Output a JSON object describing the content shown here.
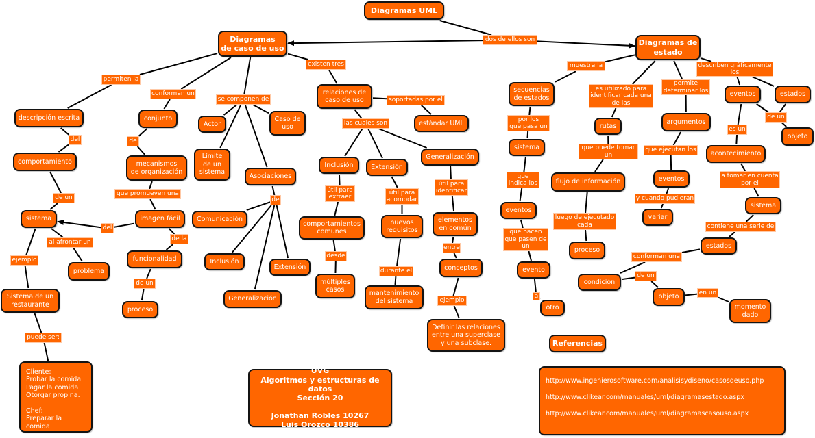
{
  "colors": {
    "node_fill": "#ff6600",
    "node_border": "#141414",
    "text": "#ffffff",
    "link": "#000000"
  },
  "nodes": {
    "title": "Diagramas UML",
    "uso": "Diagramas\nde caso de uso",
    "estado": "Diagramas de\nestado",
    "desc": "descripción escrita",
    "comp": "comportamiento",
    "sistema1": "sistema",
    "sisrest": "Sistema de un\nrestaurante",
    "cliente": "Cliente:\n Probar la comida\n Pagar la comida\n Otorgar propina.\n\nChef:\n Preparar la comida",
    "problema": "problema",
    "conjunto": "conjunto",
    "mecanismos": "mecanismos\nde organización",
    "imagen": "imagen fácil",
    "funcionalidad": "funcionalidad",
    "proceso1": "proceso",
    "actor": "Actor",
    "caso": "Caso de\nuso",
    "limite": "Límite\nde un\nsistema",
    "asoc": "Asociaciones",
    "comunicacion": "Comunicación",
    "inclusion1": "Inclusión",
    "generalizacion1": "Generalización",
    "extension1": "Extensión",
    "relaciones": "relaciones de\ncaso de uso",
    "estandar": "estándar UML",
    "inclusion2": "Inclusión",
    "extension2": "Extensión",
    "generalizacion2": "Generalización",
    "compcomunes": "comportamientos\ncomunes",
    "multiples": "múltiples\ncasos",
    "nuevos": "nuevos\nrequisitos",
    "mantenimiento": "mantenimiento\ndel sistema",
    "elementos": "elementos\nen común",
    "conceptos": "conceptos",
    "definir": "Definir las relaciones\nentre una superclase\ny una subclase.",
    "secuencias": "secuencias\nde estados",
    "sistema2": "sistema",
    "eventos1": "eventos",
    "evento": "evento",
    "otro": "otro",
    "rutas": "rutas",
    "flujo": "flujo de información",
    "proceso2": "proceso",
    "argumentos": "argumentos",
    "eventos2": "eventos",
    "variar": "variar",
    "eventos3": "eventos",
    "estados1": "estados",
    "objeto1": "objeto",
    "acontecimiento": "acontecimiento",
    "sistema3": "sistema",
    "estados2": "estados",
    "condicion": "condición",
    "objeto2": "objeto",
    "momento": "momento\ndado",
    "referencias": "Referencias",
    "refs": "http://www.ingenierosoftware.com/analisisydiseno/casosdeuso.php\nhttp://www.clikear.com/manuales/uml/diagramasestado.aspx\nhttp://www.clikear.com/manuales/uml/diagramascasouso.aspx",
    "uvg": "UVG\nAlgoritmos y estructuras de datos\nSección 20\n\nJonathan Robles 10267\nLuis Orozco 10386"
  },
  "labels": {
    "dos": "dos de ellos son",
    "permiten": "permiten la",
    "conforman": "conforman un",
    "secomp": "se componen de",
    "existen": "existen tres",
    "del1": "del",
    "de1": "de",
    "deun1": "de un",
    "promueven": "que promueven una",
    "del2": "del",
    "afrontar": "al afrontar un",
    "dela": "de la",
    "ejemplo1": "ejemplo",
    "deun2": "de un",
    "puede": "puede ser:",
    "de2": "de",
    "cuales": "las cuales son",
    "soportadas": "soportadas por el",
    "extraer": "útil para\nextraer",
    "desde": "desde",
    "acomodar": "útil para\nacomodar",
    "durante": "durante el",
    "identificar": "útil para\nidentificar",
    "entre": "entre",
    "ejemplo2": "ejemplo",
    "muestra": "muestra la",
    "utilizado": "es utilizado para\nidentificar cada una\nde las",
    "permite": "permite\ndeterminar los",
    "describen": "describen gráficamente\nlos",
    "porlos": "por los\nque pasa un",
    "indica": "que\nindica los",
    "hacen": "que hacen\nque pasen de\nun",
    "a": "a",
    "puedetomar": "que puede tomar\nun",
    "luego": "luego de ejecutado\ncada",
    "ejecutan": "que ejecutan los",
    "ycuando": "y cuando pudieran",
    "esun": "es un",
    "deun3": "de un",
    "tomar": "a tomar en cuenta\npor el",
    "contiene": "contiene una serie de",
    "conforman2": "conforman una",
    "deun4": "de un",
    "enun": "en un"
  }
}
